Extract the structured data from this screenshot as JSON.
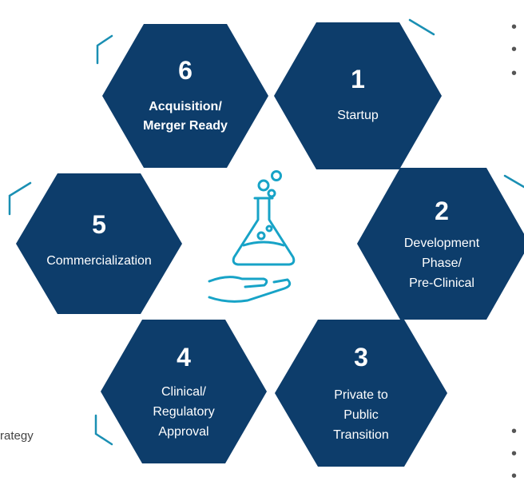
{
  "colors": {
    "hex_fill": "#0d3d6b",
    "accent_teal": "#1a8fb3",
    "icon_teal": "#17a3c7"
  },
  "hexagons": [
    {
      "id": "6",
      "number": "6",
      "lines": [
        "Acquisition/",
        "Merger Ready"
      ],
      "bold_label": true
    },
    {
      "id": "1",
      "number": "1",
      "lines": [
        "Startup"
      ],
      "bold_label": false
    },
    {
      "id": "5",
      "number": "5",
      "lines": [
        "Commercialization"
      ],
      "bold_label": false
    },
    {
      "id": "2",
      "number": "2",
      "lines": [
        "Development",
        "Phase/",
        "Pre-Clinical"
      ],
      "bold_label": false
    },
    {
      "id": "4",
      "number": "4",
      "lines": [
        "Clinical/",
        "Regulatory",
        "Approval"
      ],
      "bold_label": false
    },
    {
      "id": "3",
      "number": "3",
      "lines": [
        "Private to",
        "Public",
        "Transition"
      ],
      "bold_label": false
    }
  ],
  "center_icon": "flask-in-hand-icon",
  "side_text": "rategy",
  "bullets": {
    "glyph": "•",
    "top_count": 3,
    "bottom_count": 3
  }
}
